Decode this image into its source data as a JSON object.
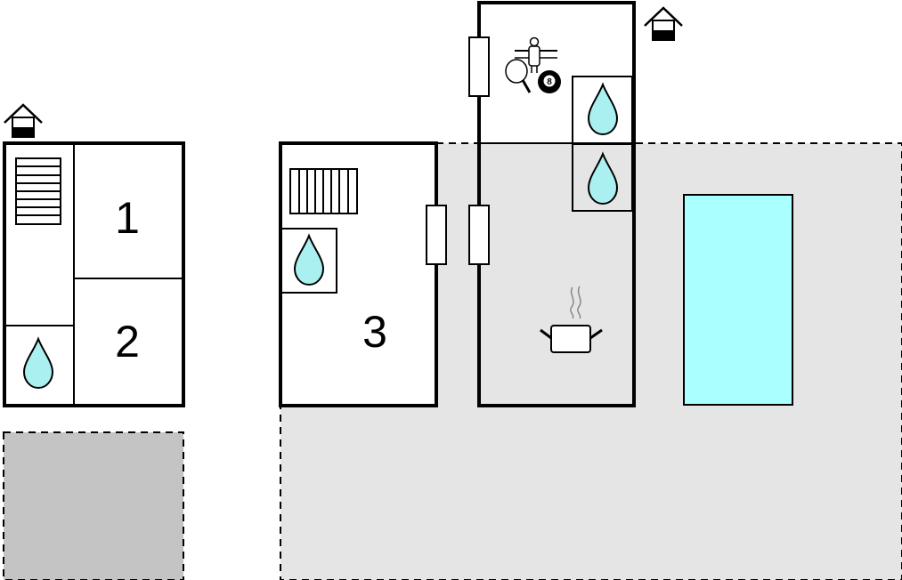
{
  "rooms": [
    {
      "label": "1"
    },
    {
      "label": "2"
    },
    {
      "label": "3"
    }
  ],
  "pool_ball_label": "8",
  "colors": {
    "terrace": "#e5e5e5",
    "carport": "#c4c4c4",
    "pool": "#aaffff",
    "water_drop": "#aaf0f0",
    "wall": "#000000"
  },
  "icons": [
    "entrance-house-icon",
    "stairs-icon",
    "water-drop-icon",
    "kitchen-pot-icon",
    "table-football-icon",
    "ping-pong-icon",
    "billiard-ball-icon"
  ]
}
